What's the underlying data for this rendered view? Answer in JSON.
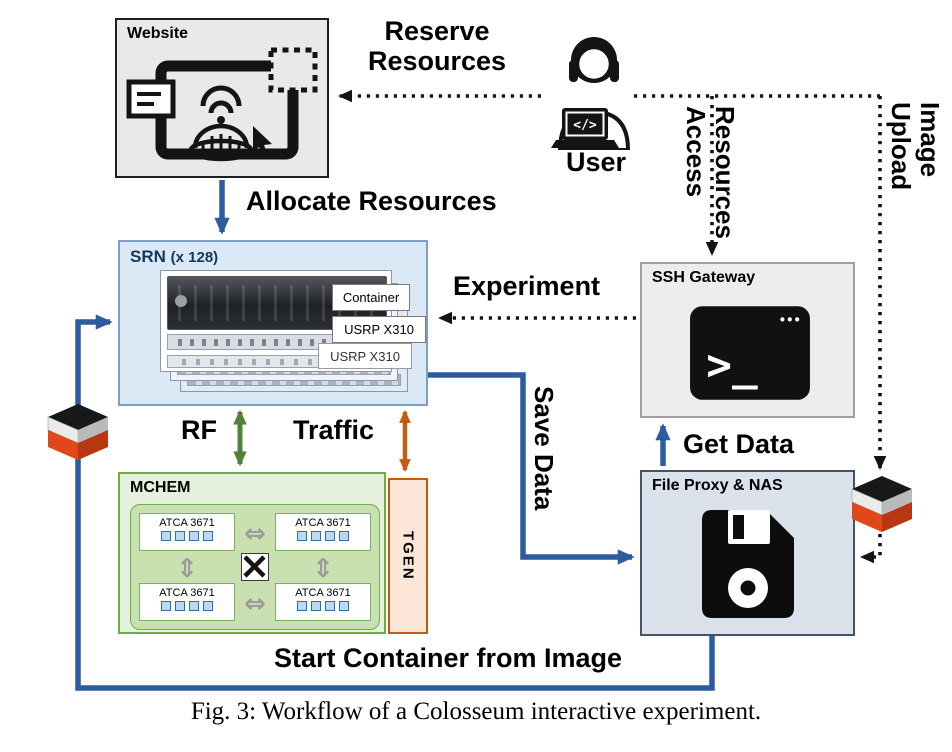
{
  "caption": "Fig. 3: Workflow of a Colosseum interactive experiment.",
  "nodes": {
    "website": {
      "title": "Website"
    },
    "user": {
      "label": "User",
      "laptop_code": "</>"
    },
    "srn": {
      "title": "SRN",
      "count": "(x 128)",
      "container_chip": "Container",
      "usrp_chip": "USRP X310",
      "usrp_chip_back": "USRP X310"
    },
    "ssh": {
      "title": "SSH Gateway",
      "prompt": ">_",
      "dots": "•••"
    },
    "mchem": {
      "title": "MCHEM",
      "atca": [
        "ATCA 3671",
        "ATCA 3671",
        "ATCA 3671",
        "ATCA 3671"
      ],
      "h_arrow": "⇔",
      "v_arrow": "⇕"
    },
    "tgen": {
      "title": "TGEN"
    },
    "file_proxy": {
      "title": "File Proxy & NAS"
    }
  },
  "edges": {
    "reserve": "Reserve Resources",
    "allocate": "Allocate Resources",
    "access": "Access Resources",
    "upload": "Upload Image",
    "experiment": "Experiment",
    "rf": "RF",
    "traffic": "Traffic",
    "save": "Save Data",
    "get": "Get Data",
    "start": "Start Container from Image"
  },
  "colors": {
    "blue_arrow": "#2d5b9f",
    "green_arrow": "#538135",
    "orange_arrow": "#c55a11",
    "dotted_arrow": "#141414",
    "srn_fill": "#dbe9f6",
    "mchem_fill": "#e6f1dd",
    "mchem_border": "#70ad47",
    "tgen_fill": "#fbe5d6",
    "tgen_border": "#c55a11"
  }
}
